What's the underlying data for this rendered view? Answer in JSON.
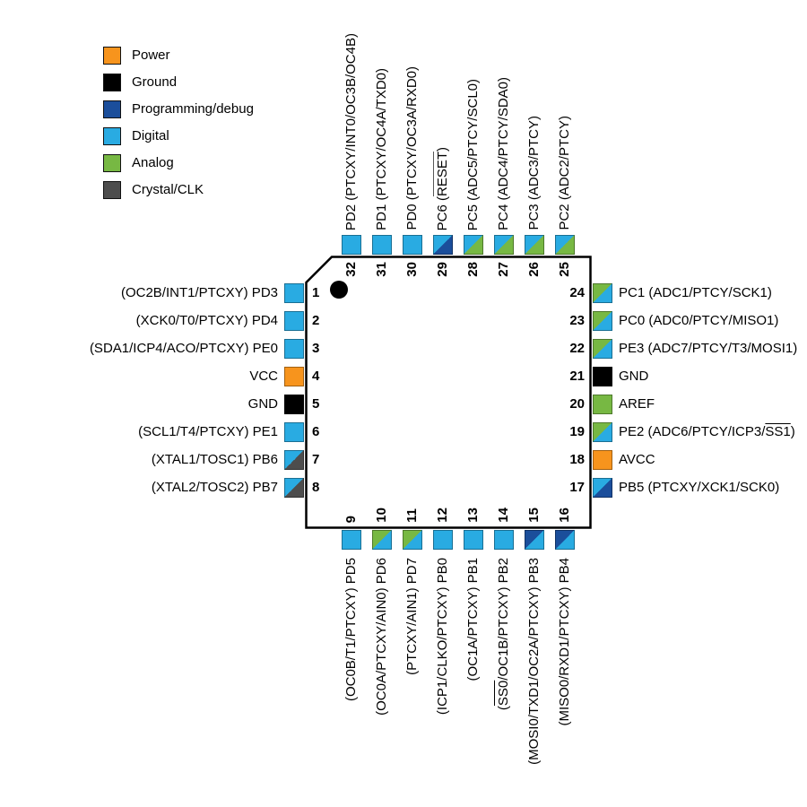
{
  "colors": {
    "power": "#f7941d",
    "ground": "#000000",
    "progdebug": "#1b4e9b",
    "digital": "#29abe2",
    "analog": "#77b843",
    "crystal": "#4d4d4d"
  },
  "legend": {
    "items": [
      {
        "label": "Power",
        "color": "power"
      },
      {
        "label": "Ground",
        "color": "ground"
      },
      {
        "label": "Programming/debug",
        "color": "progdebug"
      },
      {
        "label": "Digital",
        "color": "digital"
      },
      {
        "label": "Analog",
        "color": "analog"
      },
      {
        "label": "Crystal/CLK",
        "color": "crystal"
      }
    ]
  },
  "chip": {
    "pins": {
      "top": [
        {
          "number": "32",
          "label": "PD2 (PTCXY/INT0/OC3B/OC4B)",
          "colors": [
            "digital"
          ]
        },
        {
          "number": "31",
          "label": "PD1 (PTCXY/OC4A/TXD0)",
          "colors": [
            "digital"
          ]
        },
        {
          "number": "30",
          "label": "PD0 (PTCXY/OC3A/RXD0)",
          "colors": [
            "digital"
          ]
        },
        {
          "number": "29",
          "label": "PC6 ([[RESET]])",
          "colors": [
            "digital",
            "progdebug"
          ]
        },
        {
          "number": "28",
          "label": "PC5 (ADC5/PTCY/SCL0)",
          "colors": [
            "digital",
            "analog"
          ]
        },
        {
          "number": "27",
          "label": "PC4 (ADC4/PTCY/SDA0)",
          "colors": [
            "digital",
            "analog"
          ]
        },
        {
          "number": "26",
          "label": "PC3 (ADC3/PTCY)",
          "colors": [
            "digital",
            "analog"
          ]
        },
        {
          "number": "25",
          "label": "PC2 (ADC2/PTCY)",
          "colors": [
            "digital",
            "analog"
          ]
        }
      ],
      "left": [
        {
          "number": "1",
          "label": "(OC2B/INT1/PTCXY) PD3",
          "colors": [
            "digital"
          ]
        },
        {
          "number": "2",
          "label": "(XCK0/T0/PTCXY) PD4",
          "colors": [
            "digital"
          ]
        },
        {
          "number": "3",
          "label": "(SDA1/ICP4/ACO/PTCXY) PE0",
          "colors": [
            "digital"
          ]
        },
        {
          "number": "4",
          "label": "VCC",
          "colors": [
            "power"
          ]
        },
        {
          "number": "5",
          "label": "GND",
          "colors": [
            "ground"
          ]
        },
        {
          "number": "6",
          "label": "(SCL1/T4/PTCXY) PE1",
          "colors": [
            "digital"
          ]
        },
        {
          "number": "7",
          "label": "(XTAL1/TOSC1) PB6",
          "colors": [
            "digital",
            "crystal"
          ]
        },
        {
          "number": "8",
          "label": "(XTAL2/TOSC2) PB7",
          "colors": [
            "digital",
            "crystal"
          ]
        }
      ],
      "right": [
        {
          "number": "24",
          "label": "PC1 (ADC1/PTCY/SCK1)",
          "colors": [
            "analog",
            "digital"
          ]
        },
        {
          "number": "23",
          "label": "PC0 (ADC0/PTCY/MISO1)",
          "colors": [
            "analog",
            "digital"
          ]
        },
        {
          "number": "22",
          "label": "PE3 (ADC7/PTCY/T3/MOSI1)",
          "colors": [
            "analog",
            "digital"
          ]
        },
        {
          "number": "21",
          "label": "GND",
          "colors": [
            "ground"
          ]
        },
        {
          "number": "20",
          "label": "AREF",
          "colors": [
            "analog"
          ]
        },
        {
          "number": "19",
          "label": "PE2 (ADC6/PTCY/ICP3/[[SS1]])",
          "colors": [
            "analog",
            "digital"
          ]
        },
        {
          "number": "18",
          "label": "AVCC",
          "colors": [
            "power"
          ]
        },
        {
          "number": "17",
          "label": "PB5 (PTCXY/XCK1/SCK0)",
          "colors": [
            "digital",
            "progdebug"
          ]
        }
      ],
      "bottom": [
        {
          "number": "9",
          "label": "(OC0B/T1/PTCXY) PD5",
          "colors": [
            "digital"
          ]
        },
        {
          "number": "10",
          "label": "(OC0A/PTCXY/AIN0) PD6",
          "colors": [
            "analog",
            "digital"
          ]
        },
        {
          "number": "11",
          "label": "(PTCXY/AIN1) PD7",
          "colors": [
            "analog",
            "digital"
          ]
        },
        {
          "number": "12",
          "label": "(ICP1/CLKO/PTCXY) PB0",
          "colors": [
            "digital"
          ]
        },
        {
          "number": "13",
          "label": "(OC1A/PTCXY) PB1",
          "colors": [
            "digital"
          ]
        },
        {
          "number": "14",
          "label": "([[SS0]]/OC1B/PTCXY) PB2",
          "colors": [
            "digital"
          ]
        },
        {
          "number": "15",
          "label": "(MOSI0/TXD1/OC2A/PTCXY) PB3",
          "colors": [
            "progdebug",
            "digital"
          ]
        },
        {
          "number": "16",
          "label": "(MISO0/RXD1/PTCXY) PB4",
          "colors": [
            "progdebug",
            "digital"
          ]
        }
      ]
    }
  }
}
